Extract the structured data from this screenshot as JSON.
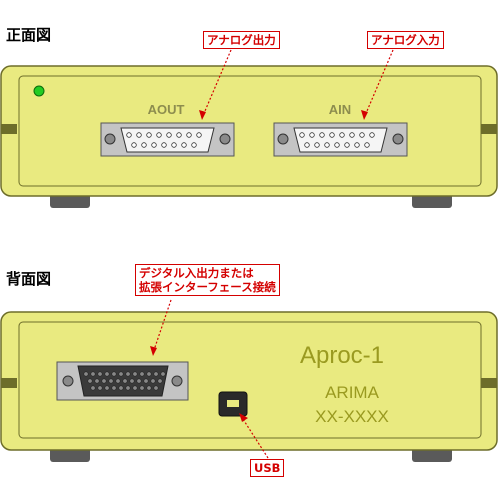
{
  "front": {
    "title": "正面図",
    "callout_aout": "アナログ出力",
    "callout_ain": "アナログ入力",
    "label_aout": "AOUT",
    "label_ain": "AIN"
  },
  "back": {
    "title": "背面図",
    "callout_digital_line1": "デジタル入出力または",
    "callout_digital_line2": "拡張インターフェース接続",
    "brand": "Aproc-1",
    "maker": "ARIMA",
    "model": "XX-XXXX",
    "callout_usb": "USB"
  },
  "colors": {
    "panel": "#e9ea80",
    "panel_edge": "#6d6d2a",
    "led": "#22cc22",
    "callout": "#d40000",
    "label_text": "#8d8d4e",
    "brand_text": "#9a9a20"
  }
}
